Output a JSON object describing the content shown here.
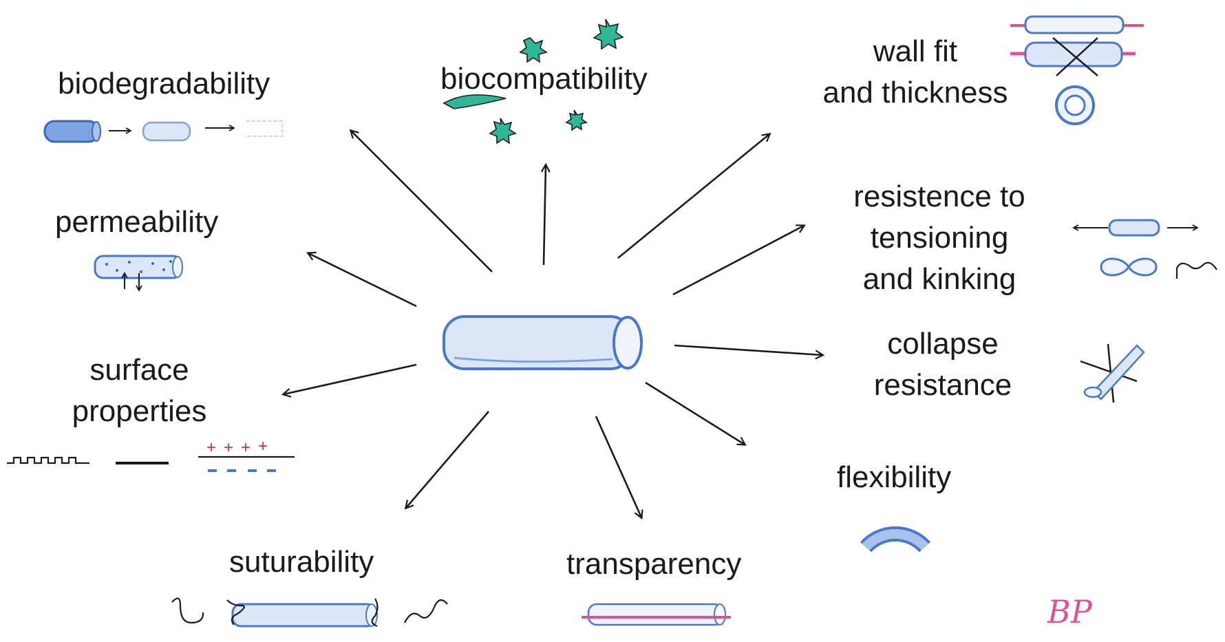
{
  "labels": {
    "biodegradability": "biodegradability",
    "biocompatibility": "biocompatibility",
    "wall_fit_line1": "wall fit",
    "wall_fit_line2": "and thickness",
    "permeability": "permeability",
    "resistance_line1": "resistence to",
    "resistance_line2": "tensioning",
    "resistance_line3": "and kinking",
    "collapse_line1": "collapse",
    "collapse_line2": "resistance",
    "surface_line1": "surface",
    "surface_line2": "properties",
    "flexibility": "flexibility",
    "suturability": "suturability",
    "transparency": "transparency"
  },
  "symbols": {
    "plus": "+",
    "minus": "-",
    "signature": "BP"
  },
  "colors": {
    "ink": "#1a1a1a",
    "tube_outline": "#4a78c8",
    "tube_fill": "#dbe7f7",
    "tube_fill_dark": "#7fa3e0",
    "cell": "#2fb79a",
    "pink": "#e0509a",
    "red": "#d0304a"
  }
}
